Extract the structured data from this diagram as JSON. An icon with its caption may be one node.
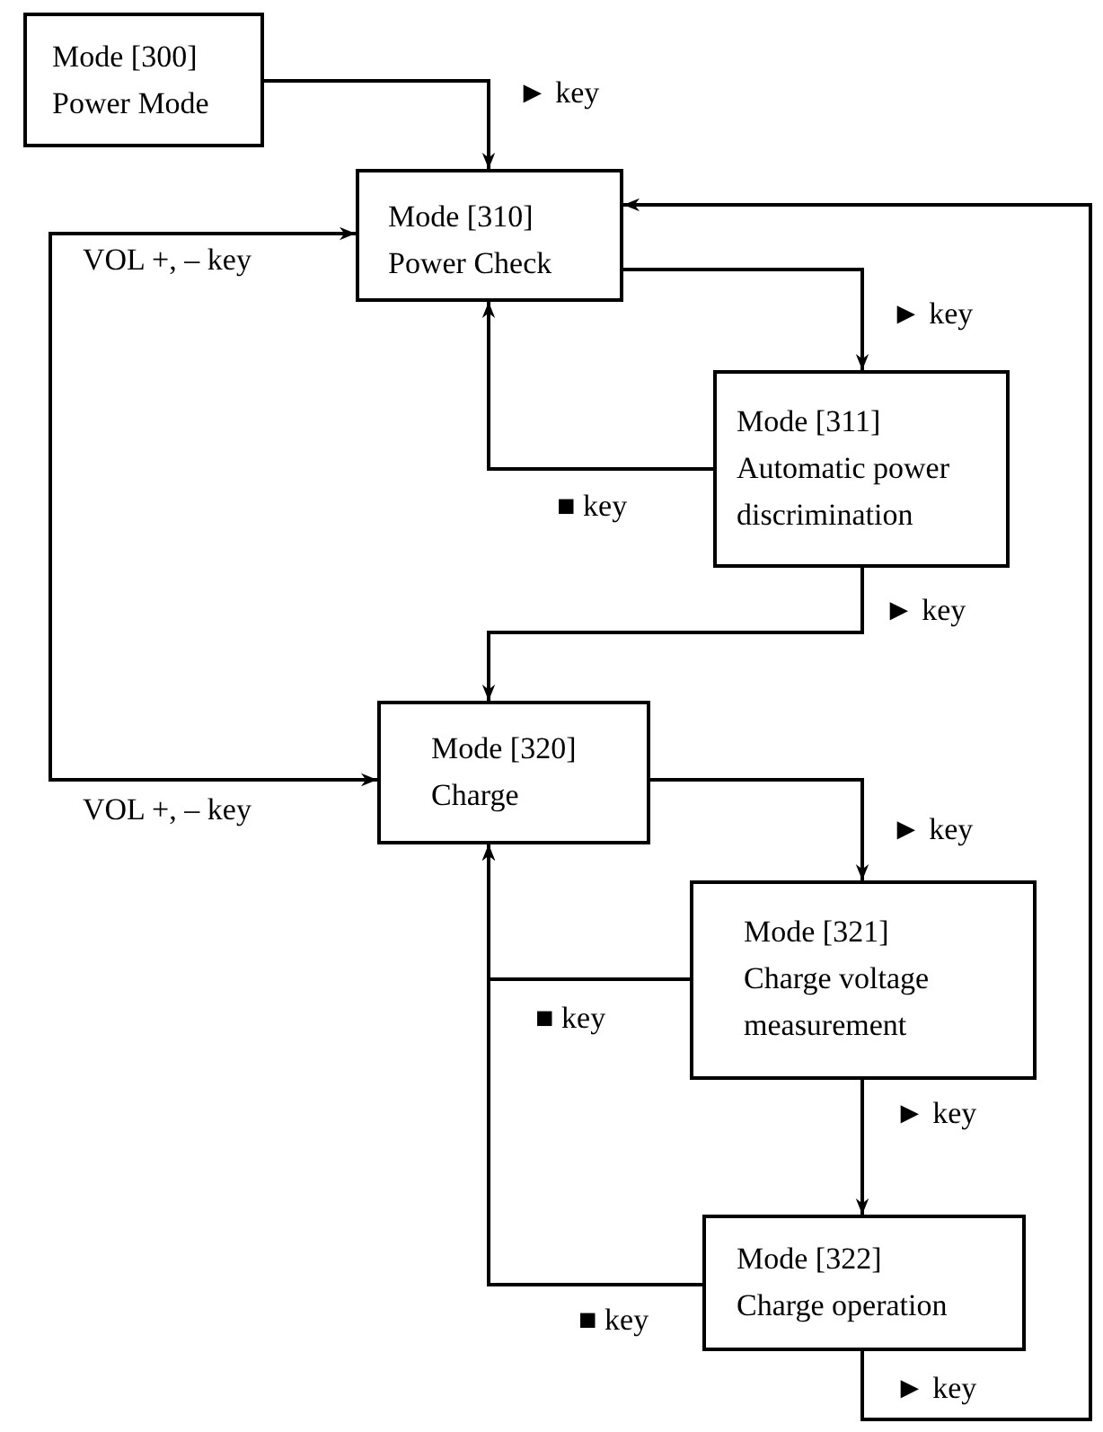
{
  "diagram": {
    "nodes": [
      {
        "text": [
          "Mode [300]",
          "Power Mode"
        ]
      },
      {
        "text": [
          "Mode [310]",
          "Power Check"
        ]
      },
      {
        "text": [
          "Mode [311]",
          "Automatic power discrimination"
        ]
      },
      {
        "text": [
          "Mode [320]",
          "Charge"
        ]
      },
      {
        "text": [
          "Mode [321]",
          "Charge voltage measurement"
        ]
      },
      {
        "text": [
          "Mode [322]",
          "Charge operation"
        ]
      }
    ],
    "edges": [
      {
        "from": 0,
        "to": 1,
        "arrow": "to",
        "label": "► key"
      },
      {
        "from": 1,
        "to": 2,
        "arrow": "to",
        "label": "► key"
      },
      {
        "from": 2,
        "to": 1,
        "arrow": "to",
        "label": "■ key"
      },
      {
        "from": 2,
        "to": 3,
        "arrow": "to",
        "label": "► key"
      },
      {
        "from": 1,
        "to": 3,
        "arrow": "both",
        "label": "VOL +, – key"
      },
      {
        "from": 3,
        "to": 4,
        "arrow": "to",
        "label": "► key"
      },
      {
        "from": 4,
        "to": 3,
        "arrow": "to",
        "label": "■ key"
      },
      {
        "from": 4,
        "to": 5,
        "arrow": "to",
        "label": "► key"
      },
      {
        "from": 5,
        "to": 3,
        "arrow": "to",
        "label": "■ key"
      },
      {
        "from": 5,
        "to": 1,
        "arrow": "to",
        "label": "► key"
      }
    ],
    "labels": [
      "VOL +, – key"
    ]
  }
}
